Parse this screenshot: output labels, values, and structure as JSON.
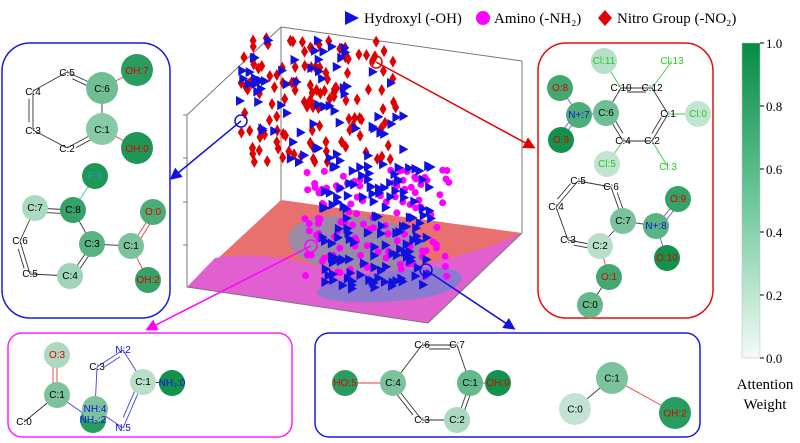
{
  "legend": [
    {
      "label": "Hydroxyl (-OH)",
      "marker": "triangle",
      "color": "#1010e0"
    },
    {
      "label": "Amino (-NH₂)",
      "marker": "circle",
      "color": "#ff00ff"
    },
    {
      "label": "Nitro Group (-NO₂)",
      "marker": "diamond",
      "color": "#e00000"
    }
  ],
  "colorbar": {
    "title_line1": "Attention",
    "title_line2": "Weight",
    "ticks": [
      "1.0",
      "0.8",
      "0.6",
      "0.4",
      "0.2",
      "0.0"
    ],
    "color_high": "#068c44",
    "color_low": "#f2faf6"
  },
  "panels": {
    "hydroxyl_top": {
      "border_color": "#1a1ae0",
      "molecules": [
        {
          "atoms": [
            {
              "label": "C:5",
              "w": null,
              "c": "#000"
            },
            {
              "label": "C:6",
              "w": 0.55,
              "c": "#000"
            },
            {
              "label": "OH:7",
              "w": 0.85,
              "c": "#e00000"
            },
            {
              "label": "C:4",
              "w": null,
              "c": "#000"
            },
            {
              "label": "C:3",
              "w": null,
              "c": "#000"
            },
            {
              "label": "C:1",
              "w": 0.45,
              "c": "#000"
            },
            {
              "label": "C:2",
              "w": null,
              "c": "#000"
            },
            {
              "label": "OH:0",
              "w": 0.9,
              "c": "#e00000"
            }
          ]
        },
        {
          "atoms": [
            {
              "label": "F:9",
              "w": 0.9,
              "c": "#20a0c0"
            },
            {
              "label": "C:7",
              "w": 0.3,
              "c": "#000"
            },
            {
              "label": "C:8",
              "w": 0.8,
              "c": "#000"
            },
            {
              "label": "C:6",
              "w": null,
              "c": "#000"
            },
            {
              "label": "C:3",
              "w": 0.65,
              "c": "#000"
            },
            {
              "label": "C:1",
              "w": 0.5,
              "c": "#000"
            },
            {
              "label": "O:0",
              "w": 0.7,
              "c": "#e00000"
            },
            {
              "label": "C:5",
              "w": null,
              "c": "#000"
            },
            {
              "label": "C:4",
              "w": 0.35,
              "c": "#000"
            },
            {
              "label": "OH:2",
              "w": 0.8,
              "c": "#e00000"
            }
          ]
        }
      ]
    },
    "nitro": {
      "border_color": "#e01010",
      "molecules": [
        {
          "atoms": [
            {
              "label": "Cl:11",
              "w": 0.25,
              "c": "#22cc22"
            },
            {
              "label": "Cl:13",
              "w": null,
              "c": "#22cc22"
            },
            {
              "label": "C:10",
              "w": null,
              "c": "#000"
            },
            {
              "label": "C:12",
              "w": null,
              "c": "#000"
            },
            {
              "label": "O:8",
              "w": 0.75,
              "c": "#e00000"
            },
            {
              "label": "N+:7",
              "w": 0.7,
              "c": "#1010e0"
            },
            {
              "label": "C:6",
              "w": 0.55,
              "c": "#000"
            },
            {
              "label": "C:1",
              "w": null,
              "c": "#000"
            },
            {
              "label": "Cl:0",
              "w": 0.2,
              "c": "#22cc22"
            },
            {
              "label": "O:9",
              "w": 0.95,
              "c": "#e00000"
            },
            {
              "label": "C:4",
              "w": null,
              "c": "#000"
            },
            {
              "label": "C:2",
              "w": null,
              "c": "#000"
            },
            {
              "label": "Cl:5",
              "w": 0.2,
              "c": "#22cc22"
            },
            {
              "label": "Cl:3",
              "w": null,
              "c": "#22cc22"
            }
          ]
        },
        {
          "atoms": [
            {
              "label": "C:5",
              "w": null,
              "c": "#000"
            },
            {
              "label": "C:6",
              "w": null,
              "c": "#000"
            },
            {
              "label": "C:4",
              "w": null,
              "c": "#000"
            },
            {
              "label": "C:7",
              "w": 0.5,
              "c": "#000"
            },
            {
              "label": "N+:8",
              "w": 0.65,
              "c": "#1010e0"
            },
            {
              "label": "O:9",
              "w": 0.8,
              "c": "#e00000"
            },
            {
              "label": "C:3",
              "w": null,
              "c": "#000"
            },
            {
              "label": "C:2",
              "w": 0.25,
              "c": "#000"
            },
            {
              "label": "O:10",
              "w": 0.95,
              "c": "#e00000"
            },
            {
              "label": "O:1",
              "w": 0.75,
              "c": "#e00000"
            },
            {
              "label": "C:0",
              "w": 0.6,
              "c": "#000"
            }
          ]
        }
      ]
    },
    "amino": {
      "border_color": "#ff20ff",
      "molecules": [
        {
          "atoms": [
            {
              "label": "O:3",
              "w": 0.3,
              "c": "#e00000"
            },
            {
              "label": "C:1",
              "w": 0.5,
              "c": "#000"
            },
            {
              "label": "C:0",
              "w": null,
              "c": "#000"
            },
            {
              "label": "NH₂:2",
              "w": 0.85,
              "c": "#1010e0"
            }
          ]
        },
        {
          "atoms": [
            {
              "label": "C:3",
              "w": null,
              "c": "#000"
            },
            {
              "label": "N:2",
              "w": null,
              "c": "#1010e0"
            },
            {
              "label": "C:1",
              "w": 0.25,
              "c": "#000"
            },
            {
              "label": "NH₂:0",
              "w": 0.95,
              "c": "#1010e0"
            },
            {
              "label": "NH:4",
              "w": 0.5,
              "c": "#1010e0"
            },
            {
              "label": "N:5",
              "w": null,
              "c": "#1010e0"
            }
          ]
        }
      ]
    },
    "hydroxyl_bottom": {
      "border_color": "#1a1ae0",
      "molecules": [
        {
          "atoms": [
            {
              "label": "C:6",
              "w": null,
              "c": "#000"
            },
            {
              "label": "C:7",
              "w": null,
              "c": "#000"
            },
            {
              "label": "HO:5",
              "w": 0.85,
              "c": "#e00000"
            },
            {
              "label": "C:4",
              "w": 0.5,
              "c": "#000"
            },
            {
              "label": "C:1",
              "w": 0.6,
              "c": "#000"
            },
            {
              "label": "OH:0",
              "w": 0.95,
              "c": "#e00000"
            },
            {
              "label": "C:3",
              "w": null,
              "c": "#000"
            },
            {
              "label": "C:2",
              "w": 0.3,
              "c": "#000"
            }
          ]
        },
        {
          "atoms": [
            {
              "label": "C:0",
              "w": 0.2,
              "c": "#000"
            },
            {
              "label": "C:1",
              "w": 0.5,
              "c": "#000"
            },
            {
              "label": "OH:2",
              "w": 0.85,
              "c": "#e00000"
            }
          ]
        }
      ]
    }
  },
  "scatter": {
    "floor_colors": [
      "#e8706e",
      "#e060d0",
      "#9a8aa8",
      "#8c7ad0"
    ],
    "highlight_colors": {
      "hydroxyl": "#1010e0",
      "nitro": "#e00000",
      "amino": "#ff00ff"
    }
  }
}
